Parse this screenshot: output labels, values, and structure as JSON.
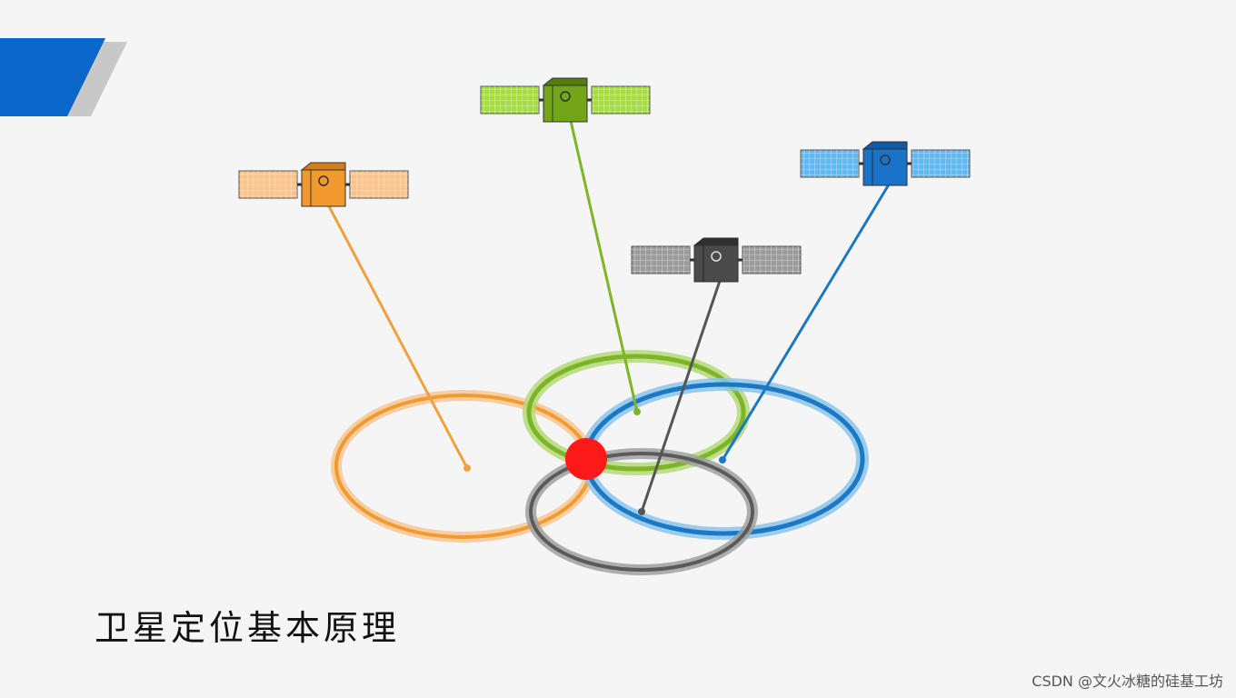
{
  "title": "卫星定位基本原理",
  "watermark": "CSDN @文火冰糖的硅基工坊",
  "colors": {
    "accent_banner": "#0a66c8",
    "banner_shadow": "#c8c8c8",
    "position_fix": "#ff1a1a"
  },
  "satellites": [
    {
      "name": "orange",
      "body": "#f39a2e",
      "body_dark": "#d47d14",
      "panel": "#f8c48a",
      "line": "#f0a040",
      "ring": "#f39a2e",
      "ring_soft": "#f7c795",
      "icon": "satellite-icon"
    },
    {
      "name": "green",
      "body": "#72a518",
      "body_dark": "#557d0c",
      "panel": "#a6df3c",
      "line": "#7cb526",
      "ring": "#7cb526",
      "ring_soft": "#b5d97a",
      "icon": "satellite-icon"
    },
    {
      "name": "gray",
      "body": "#4a4a4a",
      "body_dark": "#2e2e2e",
      "panel": "#9b9b9b",
      "line": "#555555",
      "ring": "#5a5a5a",
      "ring_soft": "#a0a0a0",
      "icon": "satellite-icon"
    },
    {
      "name": "blue",
      "body": "#1a73c9",
      "body_dark": "#0d5aa6",
      "panel": "#62b8f2",
      "line": "#1a78c4",
      "ring": "#1a78c4",
      "ring_soft": "#8cc4ea",
      "icon": "satellite-icon"
    }
  ],
  "position_fix_marker": "red-dot"
}
